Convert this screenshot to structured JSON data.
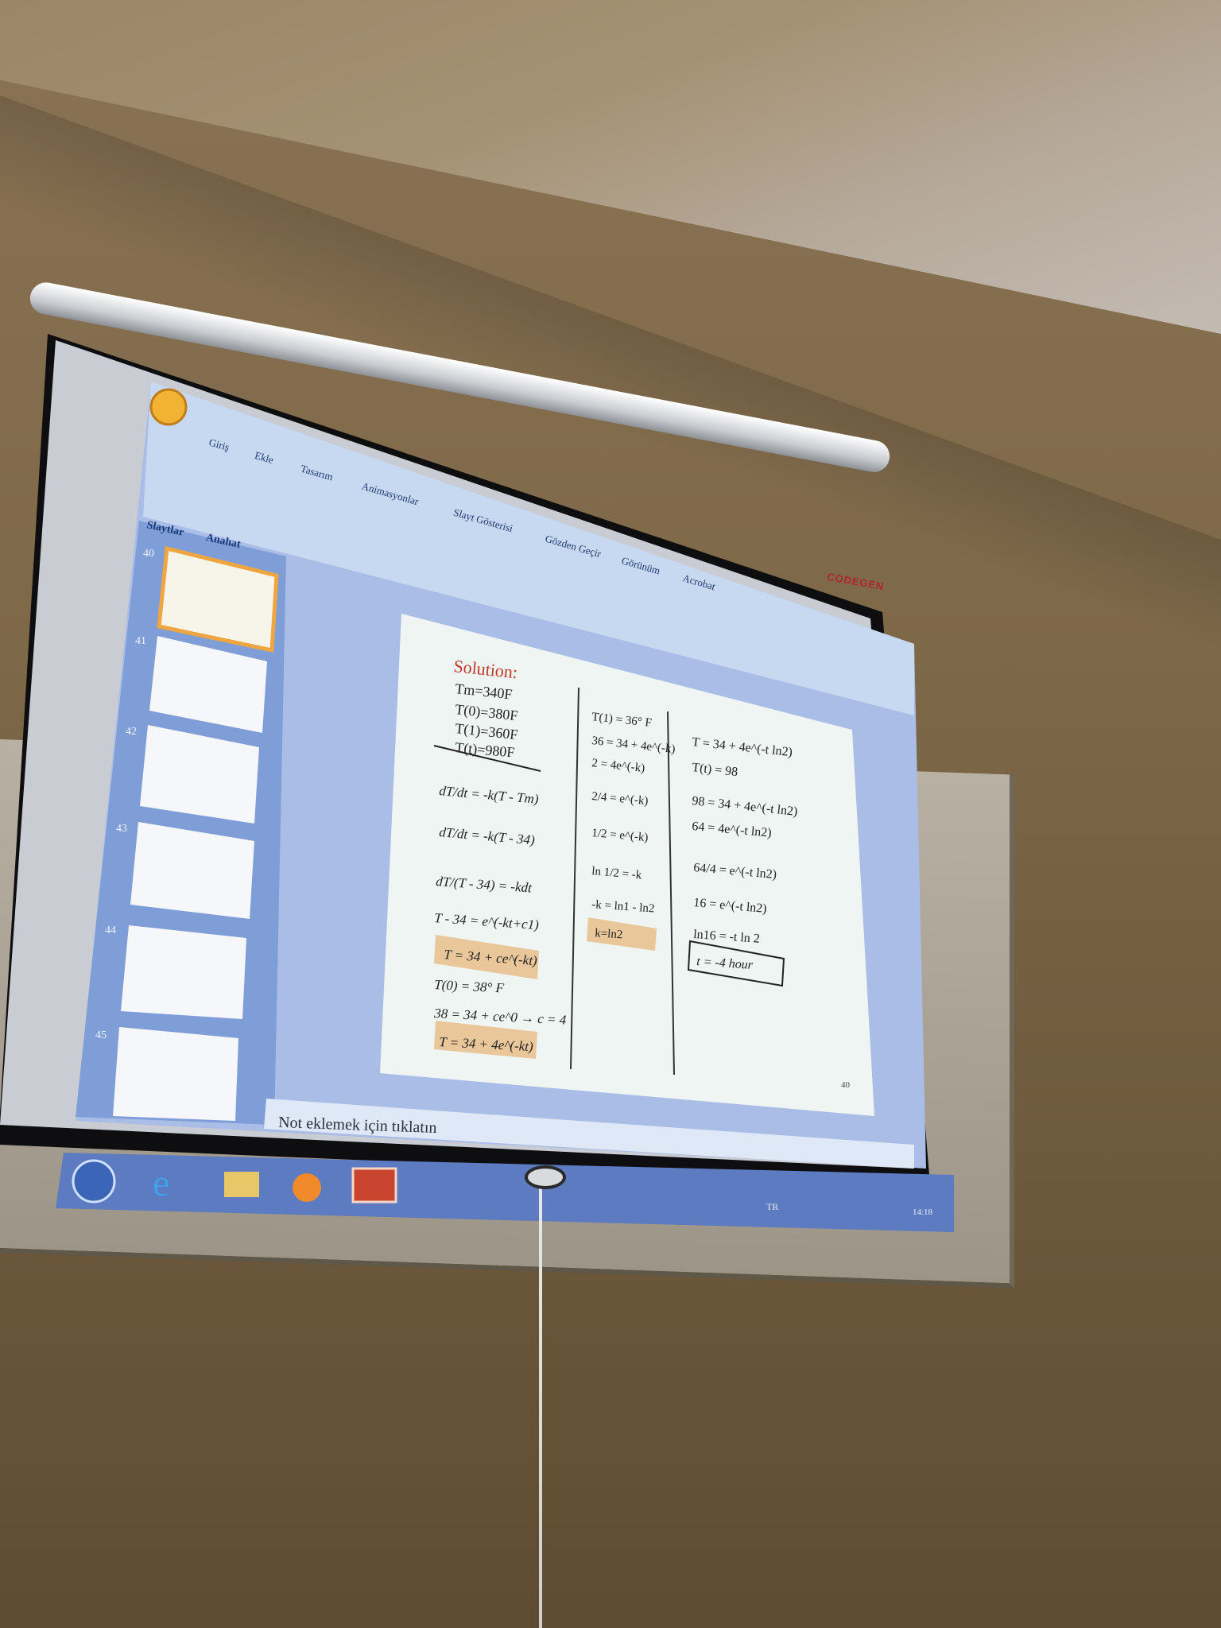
{
  "projector_screen": {
    "brand": "CODEGEN"
  },
  "powerpoint": {
    "ribbon_tabs": [
      "Giriş",
      "Ekle",
      "Tasarım",
      "Animasyonlar",
      "Slayt Gösterisi",
      "Gözden Geçir",
      "Görünüm",
      "Acrobat"
    ],
    "panel_tabs": [
      "Slaytlar",
      "Anahat"
    ],
    "slide_numbers": [
      "40",
      "41",
      "42",
      "43",
      "44",
      "45"
    ],
    "notes_placeholder": "Not eklemek için tıklatın",
    "slide_page_number": "40"
  },
  "slide": {
    "title": "Solution:",
    "given": [
      "Tm=340F",
      "T(0)=380F",
      "T(1)=360F",
      "T(t)=980F"
    ],
    "column1": [
      "dT/dt = -k(T - Tm)",
      "dT/dt = -k(T - 34)",
      "dT/(T - 34) = -kdt",
      "T - 34 = e^(-kt+c1)",
      "T = 34 + ce^(-kt)",
      "T(0) = 38° F",
      "38 = 34 + ce^0 → c = 4",
      "T = 34 + 4e^(-kt)"
    ],
    "column2": [
      "T(1) = 36° F",
      "36 = 34 + 4e^(-k)",
      "2 = 4e^(-k)",
      "2/4 = e^(-k)",
      "1/2 = e^(-k)",
      "ln 1/2 = -k",
      "-k = ln1 - ln2",
      "k=ln2"
    ],
    "column3": [
      "T = 34 + 4e^(-t ln2)",
      "T(t) = 98",
      "98 = 34 + 4e^(-t ln2)",
      "64 = 4e^(-t ln2)",
      "64/4 = e^(-t ln2)",
      "16 = e^(-t ln2)",
      "ln16 = -t ln 2",
      "t = -4  hour"
    ]
  },
  "taskbar": {
    "language": "TR",
    "time": "14:18"
  }
}
